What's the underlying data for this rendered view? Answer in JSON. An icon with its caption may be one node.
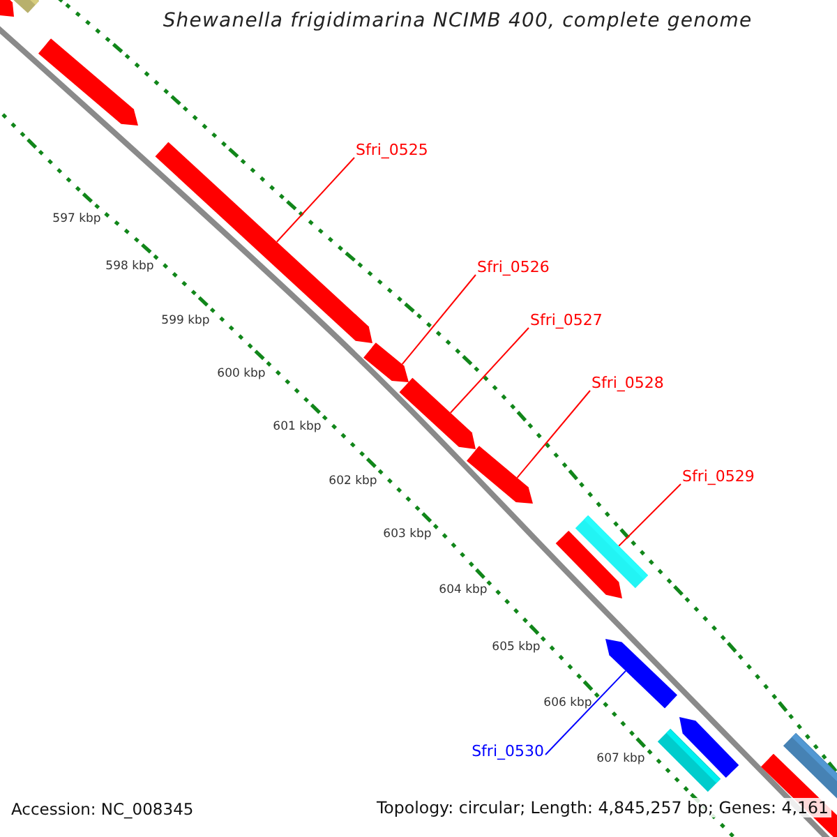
{
  "diagram": {
    "title": "Shewanella frigidimarina NCIMB 400, complete genome",
    "nodes": [
      {
        "text": [
          "Sfri_0525"
        ]
      },
      {
        "text": [
          "Sfri_0526"
        ]
      },
      {
        "text": [
          "Sfri_0527"
        ]
      },
      {
        "text": [
          "Sfri_0528"
        ]
      },
      {
        "text": [
          "Sfri_0529"
        ]
      },
      {
        "text": [
          "Sfri_0530"
        ]
      },
      {
        "text": [],
        "shape": "arrow"
      },
      {
        "text": [],
        "shape": "arrow"
      },
      {
        "text": [],
        "shape": "arrow"
      },
      {
        "text": [],
        "shape": "arrow"
      },
      {
        "text": [],
        "shape": "bar"
      },
      {
        "text": [],
        "shape": "arrow"
      }
    ],
    "edges": [
      {
        "from": 0,
        "to": 6,
        "arrow": "none"
      },
      {
        "from": 1,
        "to": 7,
        "arrow": "none"
      },
      {
        "from": 2,
        "to": 8,
        "arrow": "none"
      },
      {
        "from": 3,
        "to": 9,
        "arrow": "none"
      },
      {
        "from": 4,
        "to": 10,
        "arrow": "none"
      },
      {
        "from": 5,
        "to": 11,
        "arrow": "none",
        "color": "#0000ff"
      }
    ],
    "labels": [
      "597 kbp",
      "598 kbp",
      "599 kbp",
      "600 kbp",
      "601 kbp",
      "602 kbp",
      "603 kbp",
      "604 kbp",
      "605 kbp",
      "606 kbp",
      "607 kbp",
      "Accession: NC_008345",
      "Topology: circular; Length: 4,845,257 bp; Genes: 4,161"
    ]
  }
}
